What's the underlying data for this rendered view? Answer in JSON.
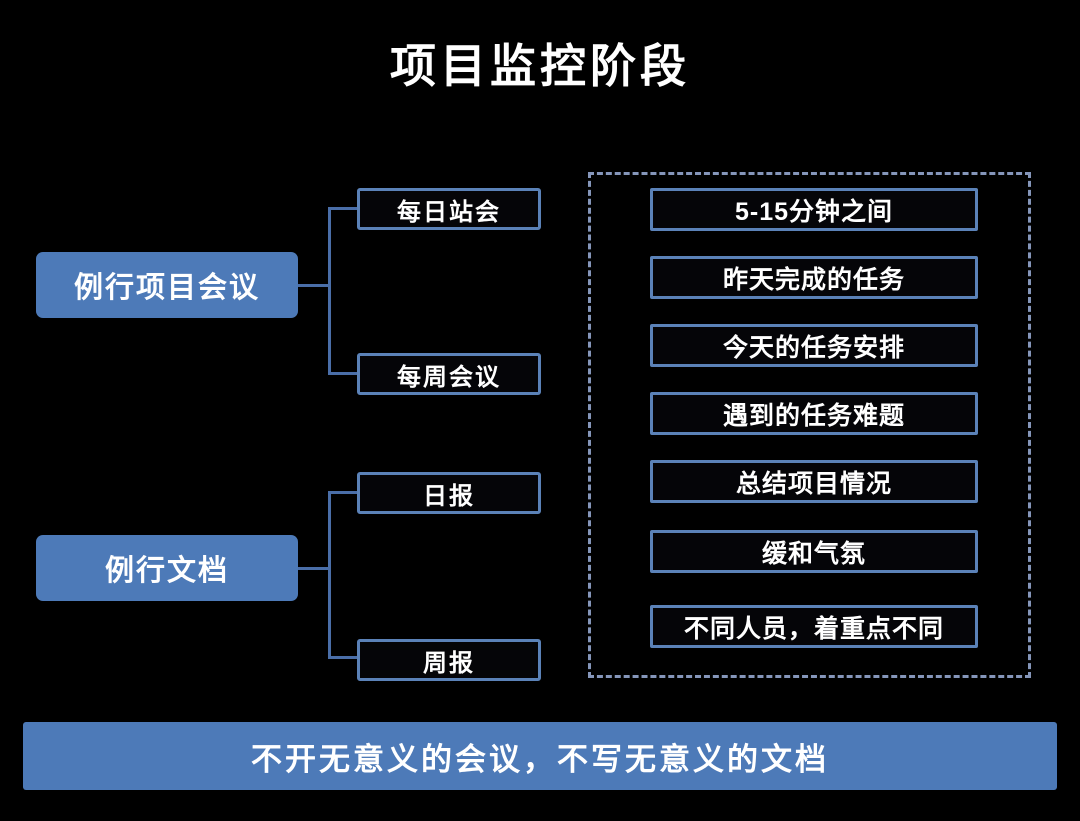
{
  "title": "项目监控阶段",
  "colors": {
    "background": "#000000",
    "accent_blue": "#4d7ab8",
    "box_border_blue": "#5b82b8",
    "connector_blue": "#4a6ea8",
    "dashed_border_blue": "#8596ba",
    "text_white": "#ffffff"
  },
  "tree": {
    "groups": [
      {
        "label": "例行项目会议",
        "children": [
          "每日站会",
          "每周会议"
        ]
      },
      {
        "label": "例行文档",
        "children": [
          "日报",
          "周报"
        ]
      }
    ]
  },
  "notes_panel": {
    "items": [
      "5-15分钟之间",
      "昨天完成的任务",
      "今天的任务安排",
      "遇到的任务难题",
      "总结项目情况",
      "缓和气氛",
      "不同人员，着重点不同"
    ]
  },
  "footer": {
    "text": "不开无意义的会议，不写无意义的文档"
  }
}
